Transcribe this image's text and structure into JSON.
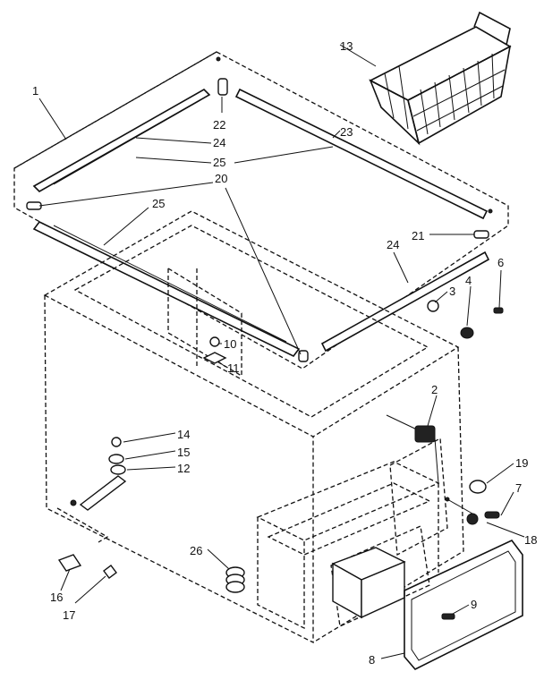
{
  "callouts": [
    {
      "id": "c1",
      "text": "1"
    },
    {
      "id": "c2",
      "text": "2"
    },
    {
      "id": "c3",
      "text": "3"
    },
    {
      "id": "c4",
      "text": "4"
    },
    {
      "id": "c6",
      "text": "6"
    },
    {
      "id": "c7",
      "text": "7"
    },
    {
      "id": "c8",
      "text": "8"
    },
    {
      "id": "c9",
      "text": "9"
    },
    {
      "id": "c10",
      "text": "10"
    },
    {
      "id": "c11",
      "text": "11"
    },
    {
      "id": "c12",
      "text": "12"
    },
    {
      "id": "c13",
      "text": "13"
    },
    {
      "id": "c14",
      "text": "14"
    },
    {
      "id": "c15",
      "text": "15"
    },
    {
      "id": "c16",
      "text": "16"
    },
    {
      "id": "c17",
      "text": "17"
    },
    {
      "id": "c18",
      "text": "18"
    },
    {
      "id": "c19",
      "text": "19"
    },
    {
      "id": "c20",
      "text": "20"
    },
    {
      "id": "c21",
      "text": "21"
    },
    {
      "id": "c22",
      "text": "22"
    },
    {
      "id": "c23",
      "text": "23"
    },
    {
      "id": "c24a",
      "text": "24"
    },
    {
      "id": "c24b",
      "text": "24"
    },
    {
      "id": "c25a",
      "text": "25"
    },
    {
      "id": "c25b",
      "text": "25"
    },
    {
      "id": "c26",
      "text": "26"
    }
  ]
}
